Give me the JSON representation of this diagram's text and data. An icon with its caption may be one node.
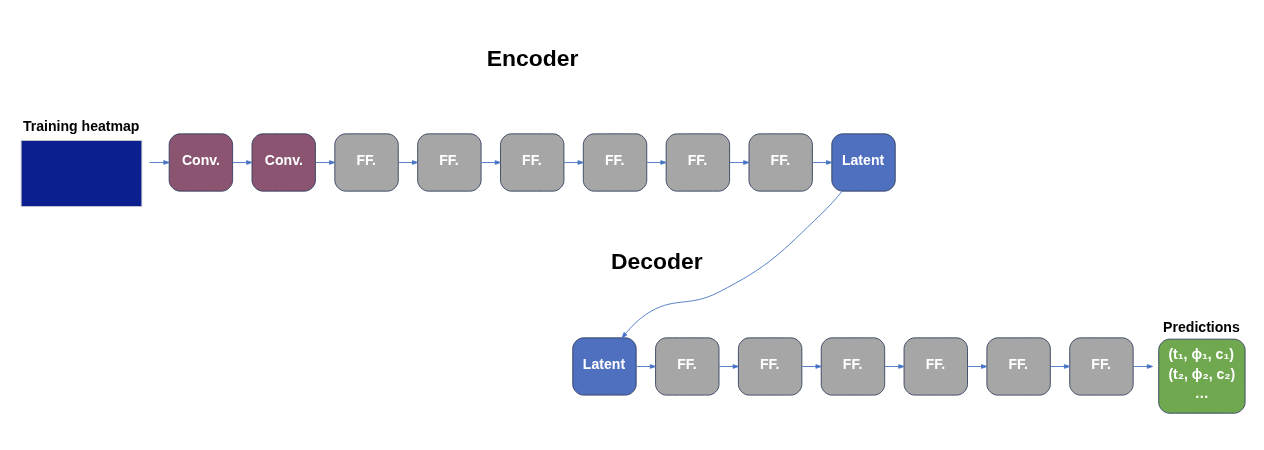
{
  "diagram": {
    "nodes": [
      {
        "text": [
          "Training heatmap"
        ]
      },
      {
        "text": [
          "Conv."
        ]
      },
      {
        "text": [
          "Conv."
        ]
      },
      {
        "text": [
          "FF."
        ]
      },
      {
        "text": [
          "FF."
        ]
      },
      {
        "text": [
          "FF."
        ]
      },
      {
        "text": [
          "FF."
        ]
      },
      {
        "text": [
          "FF."
        ]
      },
      {
        "text": [
          "FF."
        ]
      },
      {
        "text": [
          "Latent"
        ]
      },
      {
        "text": [
          "Latent"
        ]
      },
      {
        "text": [
          "FF."
        ]
      },
      {
        "text": [
          "FF."
        ]
      },
      {
        "text": [
          "FF."
        ]
      },
      {
        "text": [
          "FF."
        ]
      },
      {
        "text": [
          "FF."
        ]
      },
      {
        "text": [
          "FF."
        ]
      },
      {
        "text": [
          "Predictions",
          "(t₁, ϕ₁, c₁)",
          "(t₂, ϕ₂, c₂)",
          "…"
        ]
      }
    ],
    "edges": [
      {
        "from": 0,
        "to": 1,
        "arrow": "to"
      },
      {
        "from": 1,
        "to": 2,
        "arrow": "to"
      },
      {
        "from": 2,
        "to": 3,
        "arrow": "to"
      },
      {
        "from": 3,
        "to": 4,
        "arrow": "to"
      },
      {
        "from": 4,
        "to": 5,
        "arrow": "to"
      },
      {
        "from": 5,
        "to": 6,
        "arrow": "to"
      },
      {
        "from": 6,
        "to": 7,
        "arrow": "to"
      },
      {
        "from": 7,
        "to": 8,
        "arrow": "to"
      },
      {
        "from": 8,
        "to": 9,
        "arrow": "to"
      },
      {
        "from": 9,
        "to": 10,
        "arrow": "to"
      },
      {
        "from": 10,
        "to": 11,
        "arrow": "to"
      },
      {
        "from": 11,
        "to": 12,
        "arrow": "to"
      },
      {
        "from": 12,
        "to": 13,
        "arrow": "to"
      },
      {
        "from": 13,
        "to": 14,
        "arrow": "to"
      },
      {
        "from": 14,
        "to": 15,
        "arrow": "to"
      },
      {
        "from": 15,
        "to": 16,
        "arrow": "to"
      },
      {
        "from": 16,
        "to": 17,
        "arrow": "to"
      }
    ],
    "labels": [
      "Encoder",
      "Decoder"
    ]
  }
}
